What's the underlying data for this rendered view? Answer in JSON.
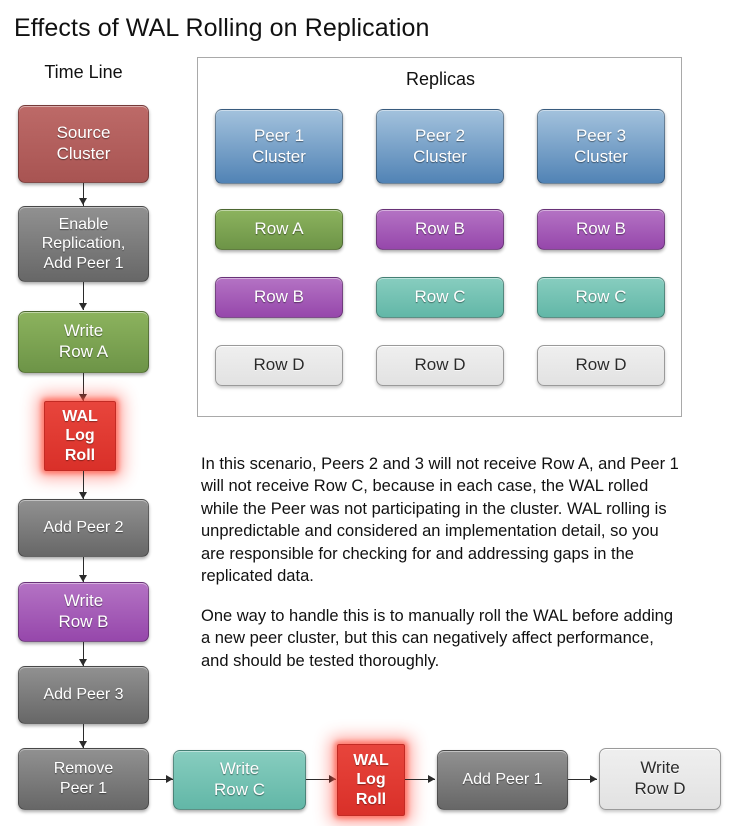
{
  "title": "Effects of WAL Rolling on Replication",
  "timeline": {
    "header": "Time Line",
    "steps": [
      {
        "label": "Source\nCluster",
        "style": "red"
      },
      {
        "label": "Enable\nReplication,\nAdd Peer 1",
        "style": "gray"
      },
      {
        "label": "Write\nRow A",
        "style": "green"
      },
      {
        "label": "WAL\nLog\nRoll",
        "style": "wal"
      },
      {
        "label": "Add Peer 2",
        "style": "gray"
      },
      {
        "label": "Write\nRow B",
        "style": "purple"
      },
      {
        "label": "Add Peer 3",
        "style": "gray"
      },
      {
        "label": "Remove\nPeer 1",
        "style": "gray"
      }
    ]
  },
  "replicas": {
    "header": "Replicas",
    "columns": [
      {
        "cluster": "Peer 1\nCluster",
        "rows": [
          {
            "label": "Row A",
            "style": "green"
          },
          {
            "label": "Row B",
            "style": "purple"
          },
          {
            "label": "Row D",
            "style": "light"
          }
        ]
      },
      {
        "cluster": "Peer 2\nCluster",
        "rows": [
          {
            "label": "Row B",
            "style": "purple"
          },
          {
            "label": "Row C",
            "style": "teal"
          },
          {
            "label": "Row D",
            "style": "light"
          }
        ]
      },
      {
        "cluster": "Peer 3\nCluster",
        "rows": [
          {
            "label": "Row B",
            "style": "purple"
          },
          {
            "label": "Row C",
            "style": "teal"
          },
          {
            "label": "Row D",
            "style": "light"
          }
        ]
      }
    ]
  },
  "notes": {
    "paragraph1": "In this scenario, Peers 2 and 3 will not receive Row A, and Peer 1 will not receive Row C, because in each case, the WAL rolled while the Peer was not participating in the cluster. WAL rolling is unpredictable and considered an implementation detail, so you are responsible for checking for and addressing gaps in the replicated data.",
    "paragraph2": "One way to handle this is to manually roll the WAL before adding a new peer cluster, but this can negatively affect performance, and should be tested thoroughly."
  },
  "bottom_flow": {
    "steps": [
      {
        "label": "Remove\nPeer 1",
        "style": "gray"
      },
      {
        "label": "Write\nRow C",
        "style": "teal"
      },
      {
        "label": "WAL\nLog\nRoll",
        "style": "wal"
      },
      {
        "label": "Add Peer 1",
        "style": "gray"
      },
      {
        "label": "Write\nRow D",
        "style": "light"
      }
    ]
  },
  "colors": {
    "red": "#b05c5c",
    "gray": "#7c7c7c",
    "green": "#7fa653",
    "purple": "#a65cb8",
    "teal": "#72c3b4",
    "blue": "#6e96c4",
    "wal": "#e03a31",
    "light": "#e8e8e8",
    "background": "#ffffff",
    "panel_border": "#a9a9a9"
  }
}
